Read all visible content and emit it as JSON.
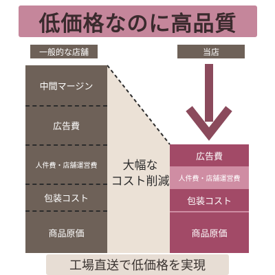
{
  "title": "低価格なのに高品質",
  "left_header": "一般的な店舗",
  "right_header": "当店",
  "left_segments": [
    "中間マージン",
    "広告費",
    "人件費・店舗運営費",
    "包装コスト",
    "商品原価"
  ],
  "middle_text": [
    "大幅な",
    "コスト削減"
  ],
  "right_segments": [
    "広告費",
    "人件費・店舗運営費",
    "包装コスト",
    "商品原価"
  ],
  "footer": "工場直送で低価格を実現",
  "colors": {
    "title_bg": "#c5869b",
    "left_bar": "#6e6158",
    "reduction_area": "#ebe1d6",
    "arrow": "#8b4a5c",
    "right_dark": "#a24a67",
    "right_light": "#cf8da3",
    "footer_bg": "#e7ddd4"
  }
}
